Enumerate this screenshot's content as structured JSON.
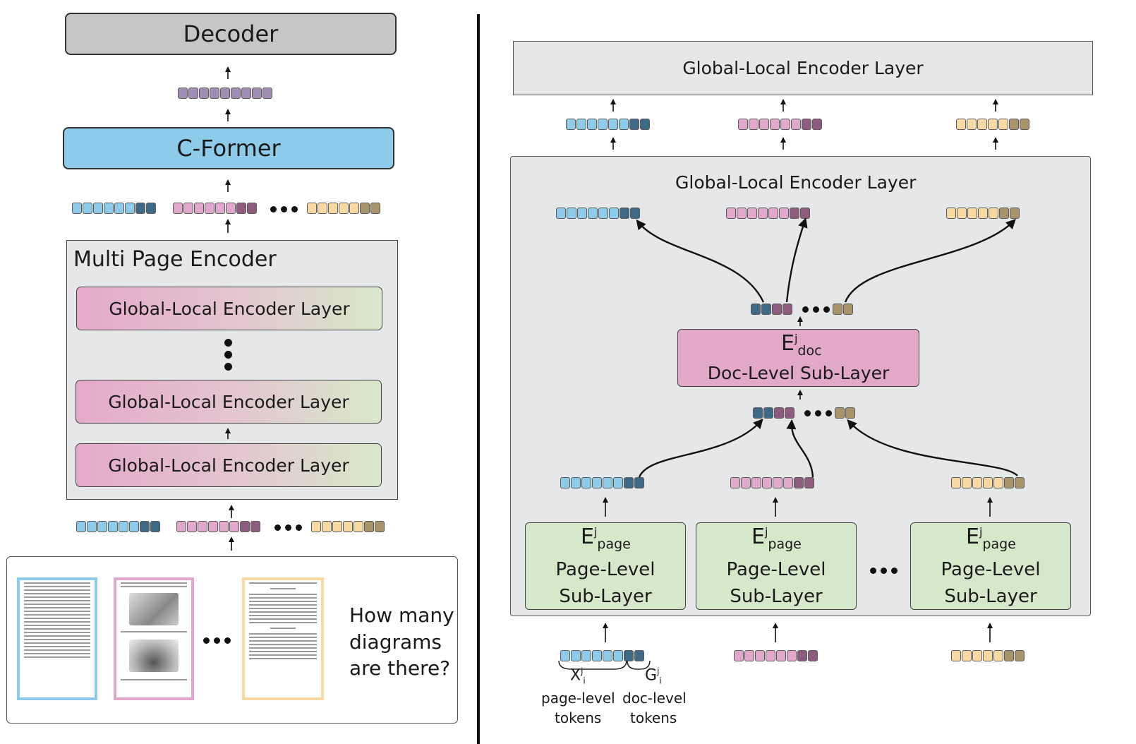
{
  "left": {
    "decoder_label": "Decoder",
    "cformer_label": "C-Former",
    "multi_page_encoder_title": "Multi Page Encoder",
    "layer1_label": "Global-Local Encoder Layer",
    "layer2_label": "Global-Local Encoder Layer",
    "layer3_label": "Global-Local Encoder Layer",
    "question": [
      "How many",
      "diagrams",
      "are there?"
    ]
  },
  "right": {
    "top_layer_label": "Global-Local Encoder Layer",
    "inner_layer_title": "Global-Local Encoder Layer",
    "doc_layer": {
      "symbol": "E",
      "sup": "j",
      "sub": "doc",
      "name": "Doc-Level Sub-Layer"
    },
    "page_layers": [
      {
        "symbol": "E",
        "sup": "j",
        "sub": "page",
        "line1": "Page-Level",
        "line2": "Sub-Layer"
      },
      {
        "symbol": "E",
        "sup": "j",
        "sub": "page",
        "line1": "Page-Level",
        "line2": "Sub-Layer"
      },
      {
        "symbol": "E",
        "sup": "j",
        "sub": "page",
        "line1": "Page-Level",
        "line2": "Sub-Layer"
      }
    ],
    "x_label": {
      "symbol": "X",
      "sup": "j",
      "sub": "i"
    },
    "g_label": {
      "symbol": "G",
      "sup": "j",
      "sub": "i"
    },
    "page_level_tokens": [
      "page-level",
      "tokens"
    ],
    "doc_level_tokens": [
      "doc-level",
      "tokens"
    ]
  },
  "colors": {
    "blue_light": "#8ecbeb",
    "blue_dark": "#3f6a86",
    "pink_light": "#e1a8cb",
    "pink_dark": "#8e5c7e",
    "yellow_light": "#f8d9a4",
    "yellow_dark": "#a8946a",
    "purple": "#9f8db3",
    "cformer_fill": "#8ecbeb",
    "decoder_fill": "#c6c6c8",
    "panel_fill": "#e6e7e8",
    "green_fill": "#d5e8c9",
    "doc_fill": "#e2a8c8"
  }
}
